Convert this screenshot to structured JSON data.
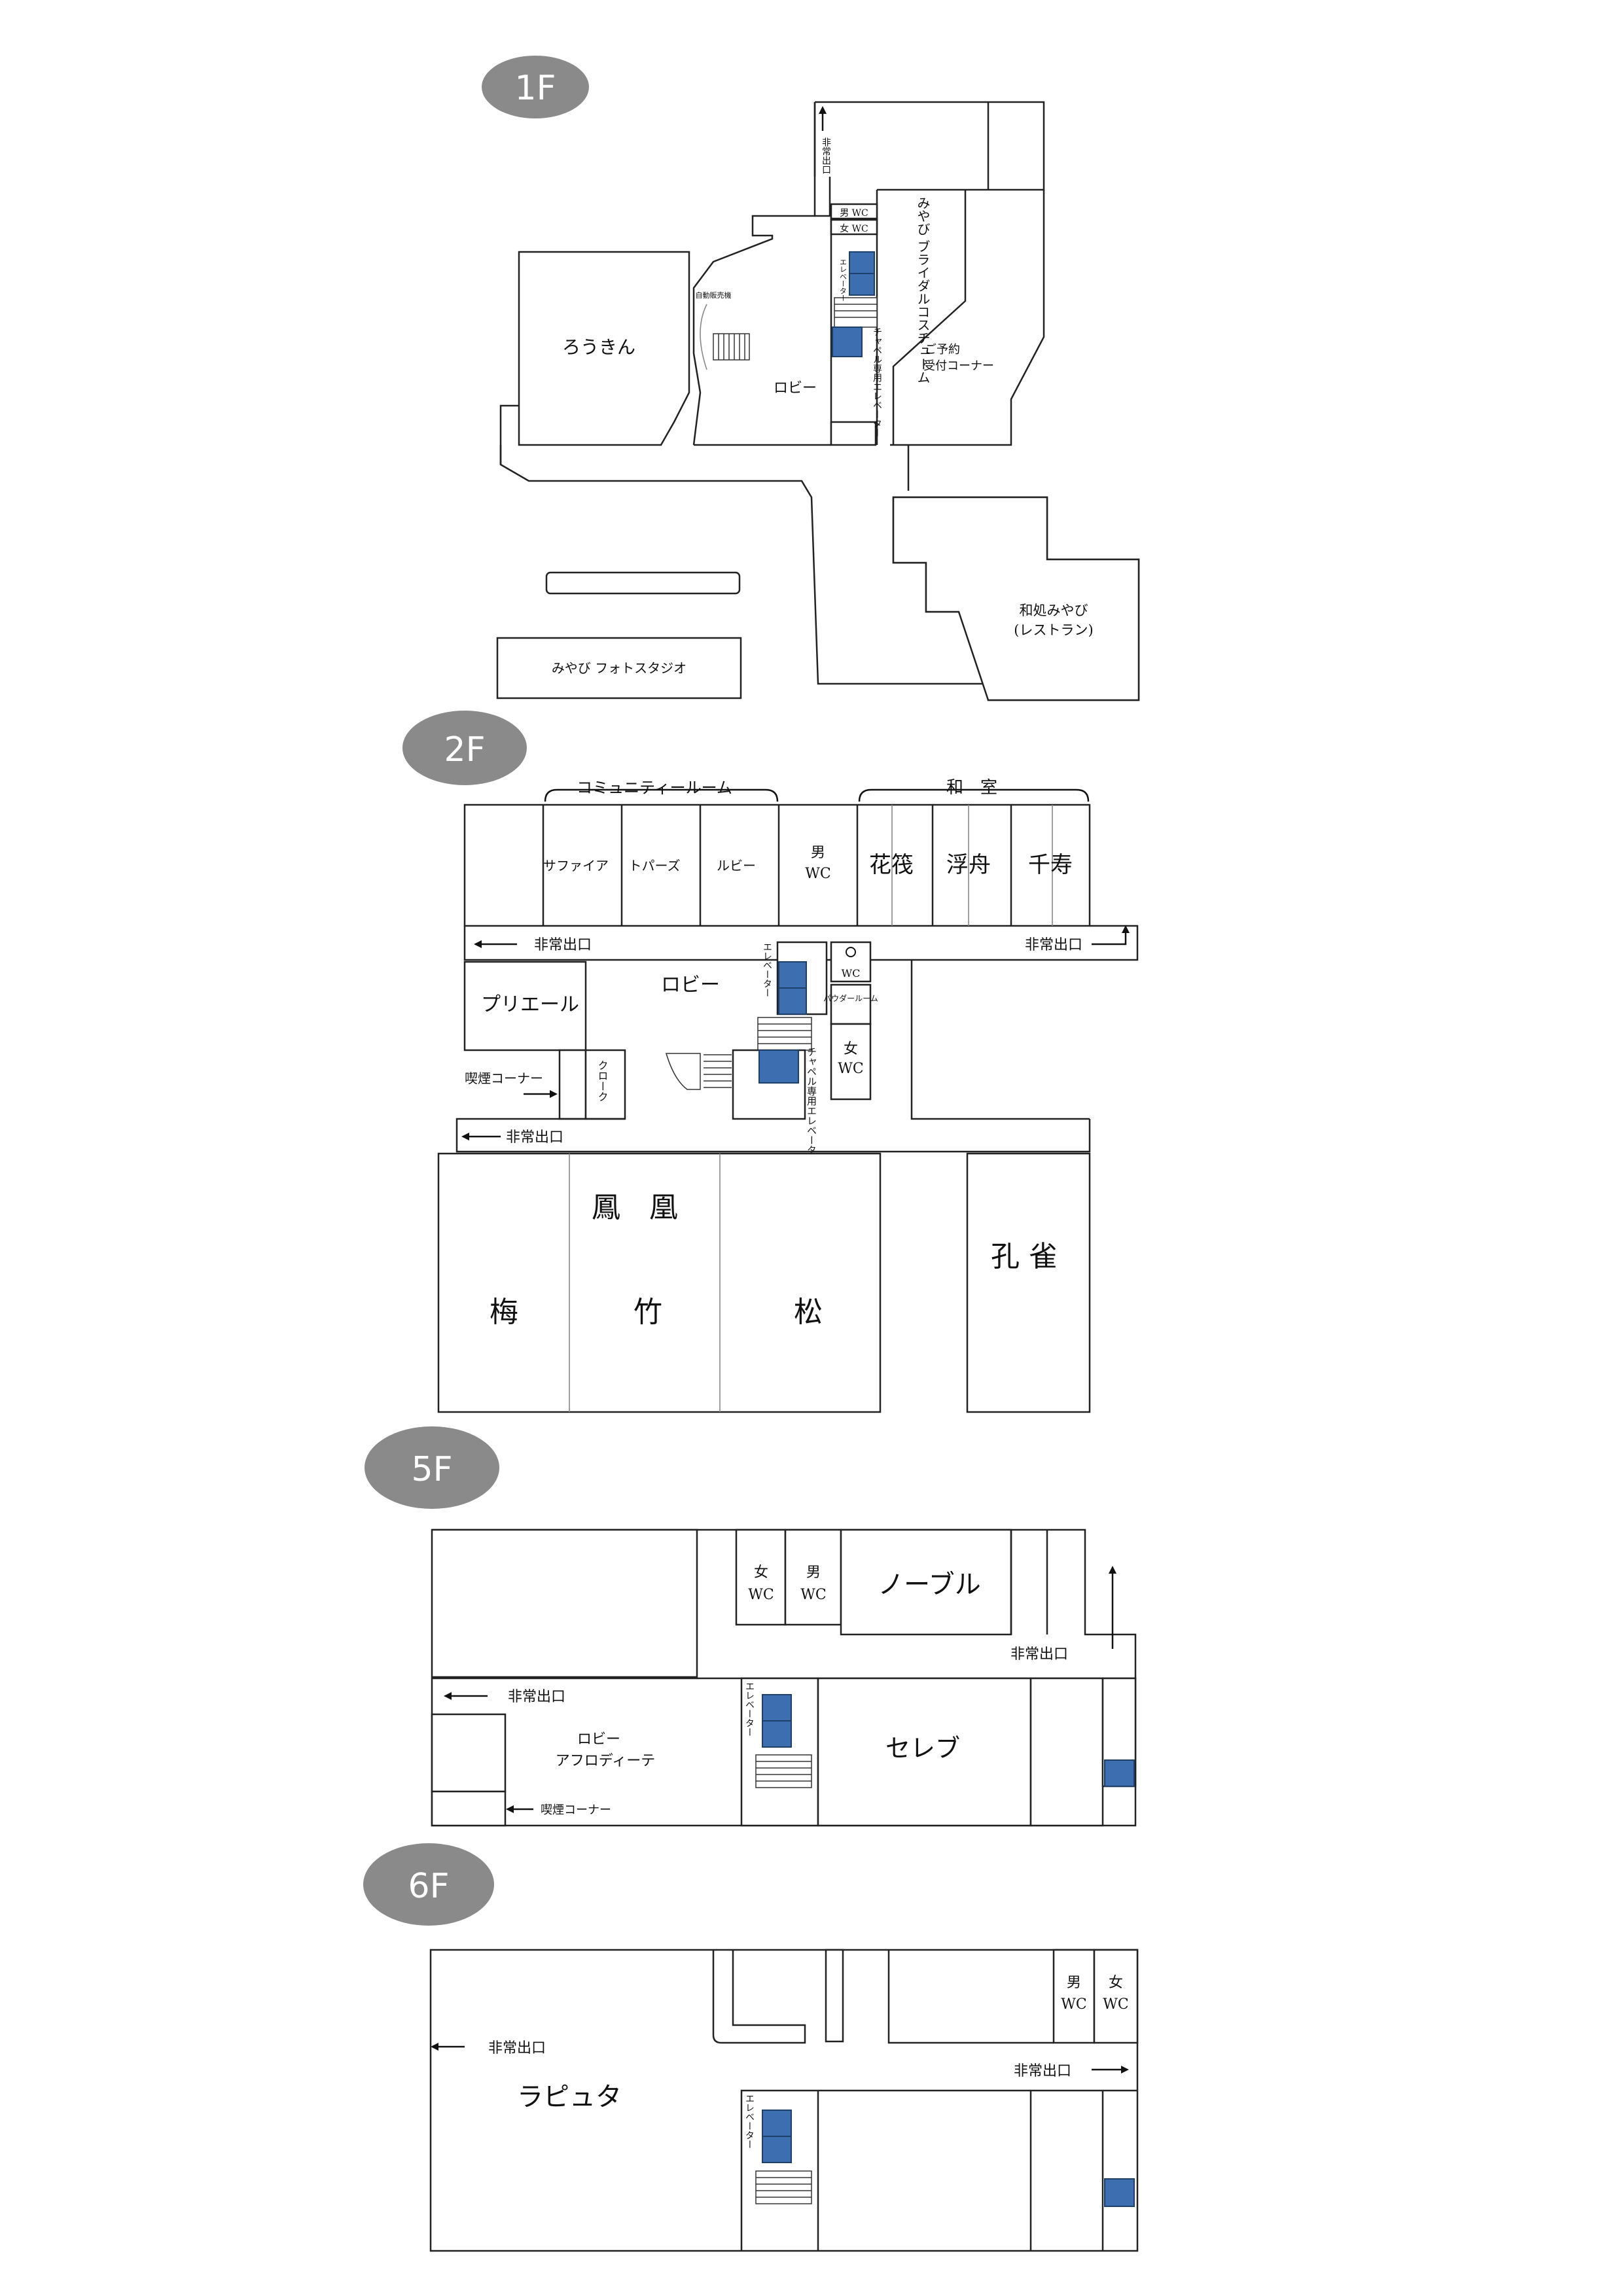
{
  "floors": {
    "f1": {
      "label": "1F",
      "rooms": {
        "roukin": "ろうきん",
        "lobby": "ロビー",
        "photo_studio": "みやび フォトスタジオ",
        "bridal": "みやび\nブライダルコスチューム",
        "reception_1": "ご予約",
        "reception_2": "受付コーナー",
        "restaurant_1": "和処みやび",
        "restaurant_2": "(レストラン)",
        "male_wc": "男 WC",
        "female_wc": "女 WC",
        "elevator": "エレベーター",
        "chapel_elevator": "チャペル専用エレベーター",
        "emergency_exit": "非常出口",
        "vending": "自動販売機"
      }
    },
    "f2": {
      "label": "2F",
      "rooms": {
        "community_room": "コミュニティールーム",
        "washitsu": "和　室",
        "sapphire": "サファイア",
        "topaz": "トパーズ",
        "ruby": "ルビー",
        "male_wc_1": "男",
        "male_wc_2": "WC",
        "hanaikada": "花筏",
        "ukifune": "浮舟",
        "senju": "千寿",
        "emergency_exit": "非常出口",
        "lobby": "ロビー",
        "prierre": "プリエール",
        "elevator": "エレベーター",
        "accessible_wc": "WC",
        "powder_room": "パウダールーム",
        "female_wc_1": "女",
        "female_wc_2": "WC",
        "smoking": "喫煙コーナー",
        "cloak": "クローク",
        "chapel_elevator": "チャペル専用エレベーター",
        "houou": "鳳　凰",
        "ume": "梅",
        "take": "竹",
        "matsu": "松",
        "kujaku": "孔 雀"
      }
    },
    "f5": {
      "label": "5F",
      "rooms": {
        "female_wc_1": "女",
        "female_wc_2": "WC",
        "male_wc_1": "男",
        "male_wc_2": "WC",
        "noble": "ノーブル",
        "emergency_exit": "非常出口",
        "elevator": "エレベーター",
        "lobby_1": "ロビー",
        "lobby_2": "アフロディーテ",
        "celeb": "セレブ",
        "smoking": "喫煙コーナー"
      }
    },
    "f6": {
      "label": "6F",
      "rooms": {
        "male_wc_1": "男",
        "male_wc_2": "WC",
        "female_wc_1": "女",
        "female_wc_2": "WC",
        "emergency_exit": "非常出口",
        "laputa": "ラピュタ",
        "elevator": "エレベーター"
      }
    }
  },
  "colors": {
    "elevator": "#3d6fb0",
    "badge": "#8a8a8a"
  }
}
